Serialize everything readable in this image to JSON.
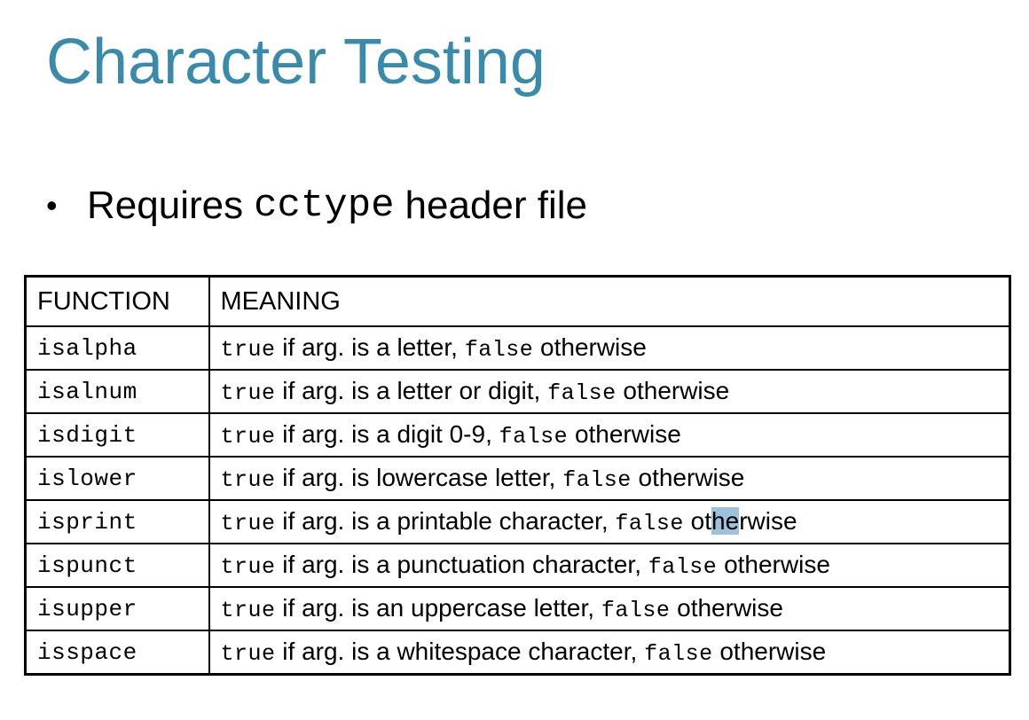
{
  "slide": {
    "title": "Character Testing",
    "bullet": {
      "marker": "•",
      "prefix": "Requires",
      "code": "cctype",
      "suffix": "header file"
    }
  },
  "table": {
    "headers": [
      "FUNCTION",
      "MEANING"
    ],
    "true_word": "true",
    "false_word": "false",
    "rows": [
      {
        "function": "isalpha",
        "description": "if arg. is a letter,",
        "otherwise": "otherwise"
      },
      {
        "function": "isalnum",
        "description": "if arg. is a letter or digit,",
        "otherwise": "otherwise"
      },
      {
        "function": "isdigit",
        "description": "if arg. is a digit 0-9,",
        "otherwise": "otherwise"
      },
      {
        "function": "islower",
        "description": "if arg. is lowercase letter,",
        "otherwise": "otherwise"
      },
      {
        "function": "isprint",
        "description": "if arg. is a printable character,",
        "otherwise": "otherwise"
      },
      {
        "function": "ispunct",
        "description": "if arg. is a punctuation character,",
        "otherwise": "otherwise"
      },
      {
        "function": "isupper",
        "description": "if arg. is an uppercase letter,",
        "otherwise": "otherwise"
      },
      {
        "function": "isspace",
        "description": "if arg. is a whitespace character,",
        "otherwise": "otherwise"
      }
    ],
    "selection_highlight": {
      "row_index": 4,
      "text_before": "ot",
      "text_selected": "he",
      "text_after": "rwise",
      "color": "#9ec2d9"
    }
  },
  "colors": {
    "title": "#3a8bab",
    "text": "#000000",
    "background": "#ffffff"
  }
}
